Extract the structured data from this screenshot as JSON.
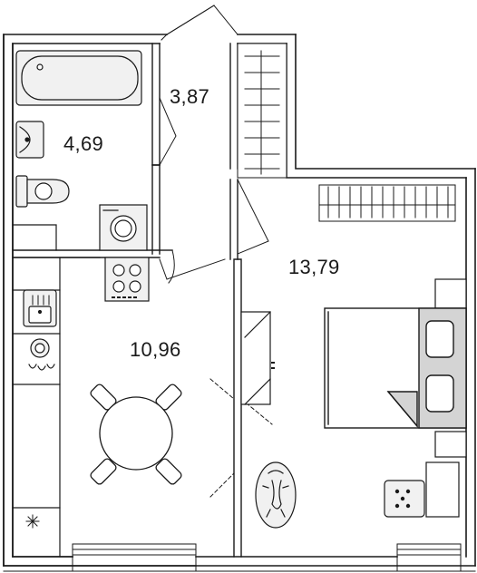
{
  "rooms": {
    "hall": {
      "area": "3,87"
    },
    "bathroom": {
      "area": "4,69"
    },
    "kitchen": {
      "area": "10,96"
    },
    "bedroom": {
      "area": "13,79"
    }
  },
  "colors": {
    "wall": "#1a1a1a",
    "fixture_fill": "#f1f1f1",
    "shade": "#d4d4d4",
    "background": "#ffffff"
  }
}
